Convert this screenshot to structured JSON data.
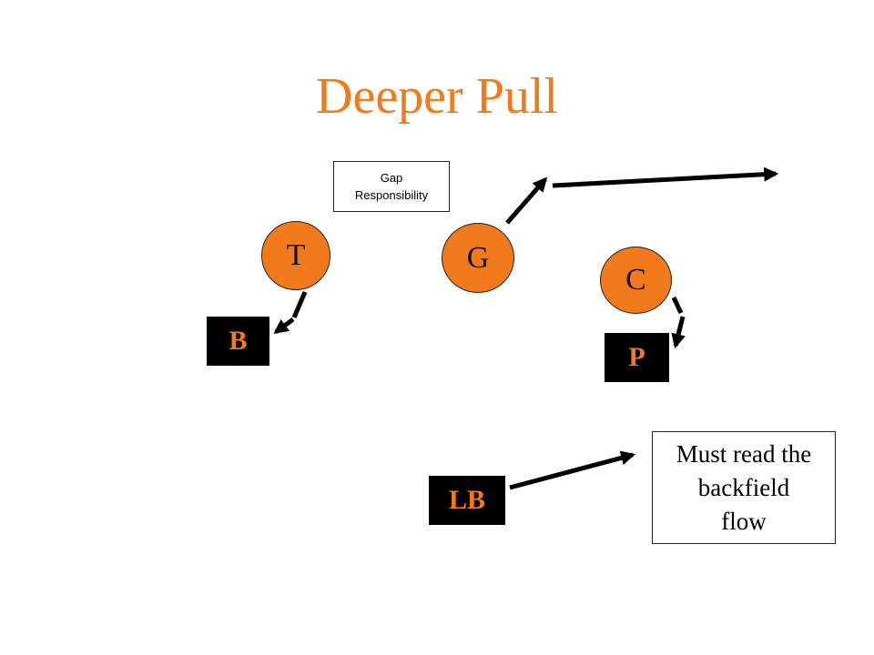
{
  "title": "Deeper Pull",
  "notes": {
    "gap_line1": "Gap",
    "gap_line2": "Responsibility",
    "read_line1": "Must read the",
    "read_line2": "backfield",
    "read_line3": "flow"
  },
  "players": {
    "tackle": "T",
    "guard": "G",
    "center": "C"
  },
  "blocks": {
    "b": "B",
    "p": "P",
    "lb": "LB"
  },
  "colors": {
    "accent": "#f27a1a",
    "player_fill": "#f27a1a",
    "block_fill": "#000000",
    "arrow": "#000000"
  }
}
